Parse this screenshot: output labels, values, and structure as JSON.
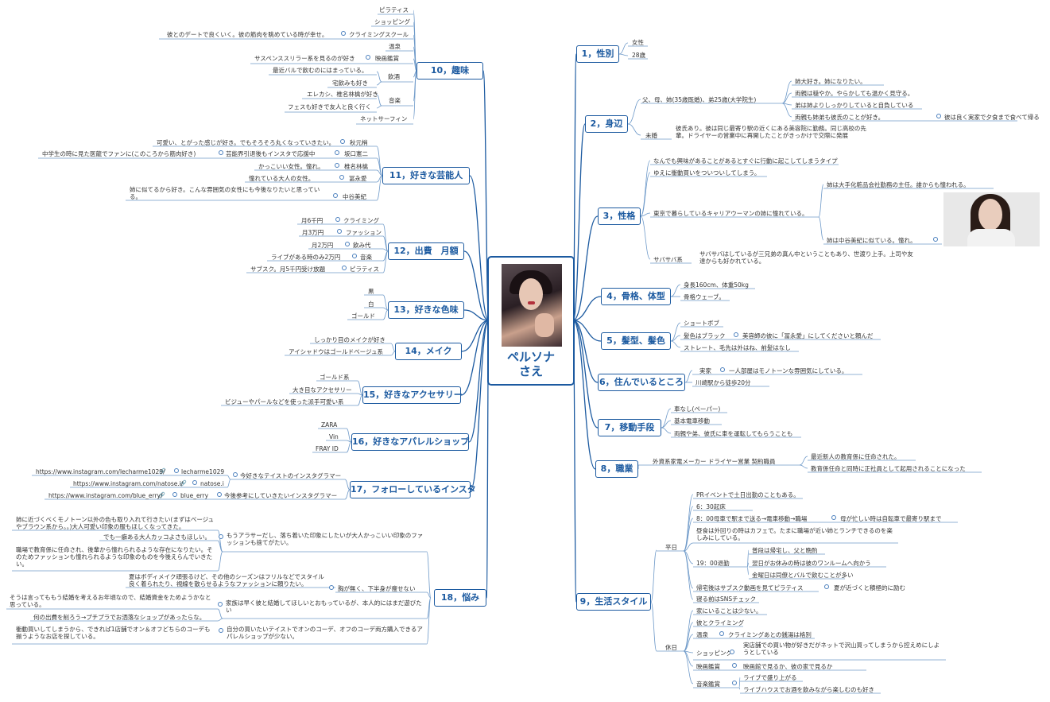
{
  "center": {
    "line1": "ペルソナ",
    "line2": "さえ"
  },
  "branches": {
    "b1": "1，性別",
    "b2": "2，身辺",
    "b3": "3，性格",
    "b4": "4，骨格、体型",
    "b5": "5，髪型、髪色",
    "b6": "6，住んでいるところ",
    "b7": "7，移動手段",
    "b8": "8，職業",
    "b9": "9，生活スタイル",
    "b10": "10，趣味",
    "b11": "11，好きな芸能人",
    "b12": "12，出費　月額",
    "b13": "13，好きな色味",
    "b14": "14，メイク",
    "b15": "15，好きなアクセサリー",
    "b16": "16，好きなアパレルショップ",
    "b17": "17，フォローしているインスタ",
    "b18": "18，悩み"
  },
  "nodes": {
    "n1a": "女性",
    "n1b": "28歳",
    "n2a": "父、母、姉(35歳既婚)、弟25歳(大学院生)",
    "n2a1": "姉大好き。姉になりたい。",
    "n2a2": "両親は穏やか。やらかしても温かく見守る。",
    "n2a3": "弟は姉よりしっかりしていると自負している",
    "n2a4": "両親も姉弟も彼氏のことが好き。",
    "n2a4x": "彼は良く実家で夕食まで食べて帰る",
    "n2b": "未婚",
    "n2b1": "彼氏あり。彼は同じ最寄り駅の近くにある美容院に勤務。同じ高校の先輩。ドライヤーの営業中に再開したことがきっかけで交際に発展",
    "n3a": "なんでも興味があることがあるとすぐに行動に起こしてしまうタイプ",
    "n3b": "ゆえに衝動買いをついついしてしまう。",
    "n3c": "東京で暮らしているキャリアウーマンの姉に憧れている。",
    "n3c1": "姉は大手化粧品会社勤務の主任。誰からも憧われる。",
    "n3c2": "姉は中谷美紀に似ている。憧れ。",
    "n3d": "サバサバ系",
    "n3d1": "サバサバはしているが三兄弟の真ん中ということもあり、世渡り上手。上司や友達からも好かれている。",
    "n4a": "身長160cm、体重50kg",
    "n4b": "骨格ウェーブ。",
    "n5a": "ショートボブ",
    "n5b": "髪色はブラック",
    "n5b1": "美容師の彼に「冨永愛」にしてくださいと頼んだ",
    "n5c": "ストレート、毛先は外はね、前髪はなし",
    "n6a": "実家",
    "n6a1": "一人部屋はモノトーンな雰囲気にしている。",
    "n6b": "川崎駅から徒歩20分",
    "n7a": "車なし(ペーパー)",
    "n7b": "基本電車移動",
    "n7c": "両親や弟、彼氏に車を運転してもらうことも",
    "n8a": "外資系家電メーカー ドライヤー営業 契約職員",
    "n8a1": "最近新人の教育係に任命された。",
    "n8a2": "教育係任命と同時に正社員として起用されることになった",
    "n9a": "平日",
    "n9a1": "PRイベントで土日出勤のこともある。",
    "n9a2": "6：30起床",
    "n9a3": "8：00母車で駅まで送る→電車移動→職場",
    "n9a3x": "母が忙しい時は自転車で最寄り駅まで",
    "n9a4": "昼食は外回りの時はカフェで。たまに職場が近い姉とランチできるのを楽しみにしている。",
    "n9a5": "19：00退勤",
    "n9a51": "普段は帰宅し、父と晩酌",
    "n9a52": "翌日がお休みの時は彼のワンルームへ向かう",
    "n9a53": "金曜日は同僚とバルで飲むことが多い",
    "n9a6": "帰宅後はサブスク動画を見てピラティス",
    "n9a6x": "夏が近づくと積極的に励む",
    "n9a7": "寝る前はSNSチェック",
    "n9b": "休日",
    "n9b0": "家にいることは少ない。",
    "n9b1": "彼とクライミング",
    "n9b2": "温泉",
    "n9b2x": "クライミングあとの銭湯は格別",
    "n9b3": "ショッピング",
    "n9b3x": "実店舗での買い物が好きだがネットで沢山買ってしまうから控えめにしようとしている",
    "n9b4": "映画鑑賞",
    "n9b4x": "映画館で見るか、彼の家で見るか",
    "n9b5": "音楽鑑賞",
    "n9b51": "ライブで盛り上がる",
    "n9b52": "ライブハウスでお酒を飲みながら楽しむのも好き",
    "n10a": "ピラティス",
    "n10b": "ショッピング",
    "n10c": "クライミングスクール",
    "n10c1": "彼とのデートで良くいく。彼の筋肉を眺めている時が幸せ。",
    "n10d": "温泉",
    "n10e": "映画鑑賞",
    "n10e1": "サスペンススリラー系を見るのが好き",
    "n10f": "飲酒",
    "n10f1": "最近バルで飲むのにはまっている。",
    "n10f2": "宅飲みも好き",
    "n10g": "音楽",
    "n10g1": "エレカシ、椎名林檎が好き",
    "n10g2": "フェスも好きで友人と良く行く",
    "n10h": "ネットサーフィン",
    "n11a": "秋元梢",
    "n11a1": "可愛い、とがった感じが好き。でもそろそろ丸くなっていきたい。",
    "n11b": "坂口憲二",
    "n11b1": "中学生の時に見た医龍でファンに(このころから筋肉好き)",
    "n11b2": "芸能界引退後もインスタで応援中",
    "n11c": "椎名林檎",
    "n11c1": "かっこいい女性。憧れ。",
    "n11d": "冨永愛",
    "n11d1": "憧れている大人の女性。",
    "n11e": "中谷美紀",
    "n11e1": "姉に似てるから好き。こんな雰囲気の女性にも今後なりたいと思っている。",
    "n12a": "クライミング",
    "n12a1": "月6千円",
    "n12b": "ファッション",
    "n12b1": "月3万円",
    "n12c": "飲み代",
    "n12c1": "月2万円",
    "n12d": "音楽",
    "n12d1": "ライブがある時のみ2万円",
    "n12e": "ピラティス",
    "n12e1": "サブスク。月5千円受け放題",
    "n13a": "黒",
    "n13b": "白",
    "n13c": "ゴールド",
    "n14a": "しっかり目のメイクが好き",
    "n14b": "アイシャドウはゴールドベージュ系",
    "n15a": "ゴールド系",
    "n15b": "大き目なアクセサリー",
    "n15c": "ビジューやパールなどを使った派手可愛い系",
    "n16a": "ZARA",
    "n16b": "Vin",
    "n16c": "FRAY ID",
    "n17a": "今好きなテイストのインスタグラマー",
    "n17a1": "lecharme1029",
    "n17a1u": "https://www.instagram.com/lecharme1029/",
    "n17a2": "natose.i",
    "n17a2u": "https://www.instagram.com/natose.i/",
    "n17b": "今後参考にしていきたいインスタグラマー",
    "n17b1": "blue_erry",
    "n17b1u": "https://www.instagram.com/blue_erry/",
    "n18a": "もうアラサーだし、落ち着いた印象にしたいが大人かっこいい印象のファッションも捨てがたい。",
    "n18a1": "姉に近づくべくモノトーン以外の色も取り入れて行きたい(まずはベージュやブラウン系から。。)大人可愛い印象の服もほしくなってきた。",
    "n18a2": "でも一癖ある大人カッコよさもほしい。",
    "n18a3": "職場で教育係に任命され、後輩から憧れられるような存在になりたい。そのためファッションも憧れられるような印象のものを今後えらんでいきたい。",
    "n18b": "胸が無く、下半身が痩せない",
    "n18b1": "夏はボディメイク頑張るけど、その他のシーズンはフリルなどでスタイル良く着られたり、視線を散らせるようなファッションに頼りたい。",
    "n18c": "家族は早く彼と結婚してほしいとおもっているが、本人的にはまだ遊びたい",
    "n18c1": "そうは言ってももう結婚を考えるお年頃なので、結婚資金をためようかなと思っている。",
    "n18c2": "何の出費を削ろう→プチプラでお洒落なショップがあったらな。",
    "n18d": "自分の買いたいテイストでオンのコーデ、オフのコーデ両方購入できるアパレルショップが少ない。",
    "n18d1": "衝動買いしてしまうから、できれば1店舗でオン＆オフどちらのコーデも揃うようなお店を探している。"
  },
  "icons": {
    "link": "link-icon",
    "dot": "bullet-dot-icon"
  },
  "colors": {
    "branch_line": "#1c5aa0",
    "node_line": "#6f9ac9",
    "text": "#333333"
  }
}
